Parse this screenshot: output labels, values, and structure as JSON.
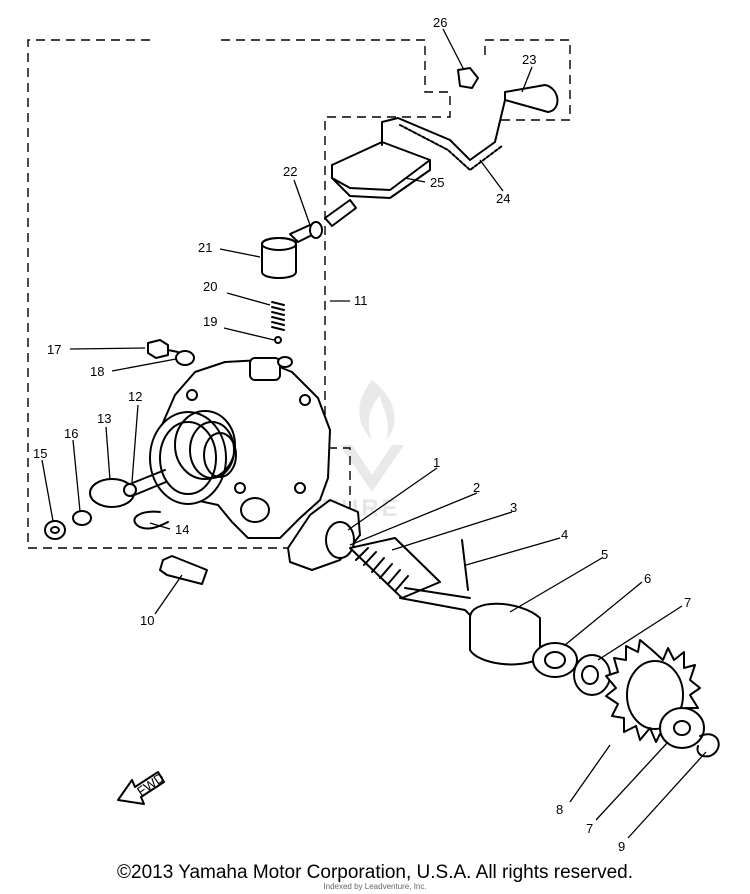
{
  "callouts": [
    "1",
    "2",
    "3",
    "4",
    "5",
    "6",
    "7",
    "7",
    "8",
    "9",
    "10",
    "11",
    "12",
    "13",
    "14",
    "15",
    "16",
    "17",
    "18",
    "19",
    "20",
    "21",
    "22",
    "23",
    "24",
    "25",
    "26"
  ],
  "fwd_label": "FWD",
  "watermark": "VENTURE",
  "copyright": "©2013 Yamaha Motor Corporation, U.S.A. All rights reserved.",
  "subcredit": "Indexed by Leadventure, Inc."
}
